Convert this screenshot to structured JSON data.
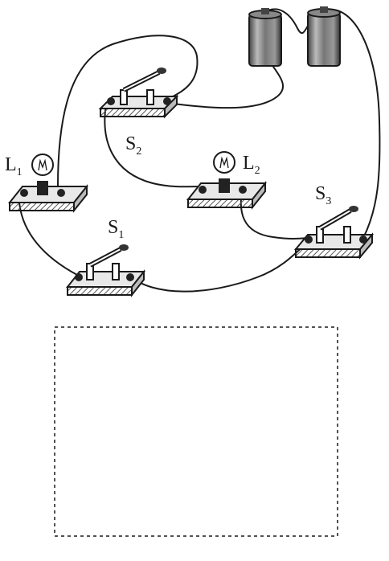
{
  "labels": {
    "lamp1": {
      "main": "L",
      "sub": "1"
    },
    "lamp2": {
      "main": "L",
      "sub": "2"
    },
    "switch1": {
      "main": "S",
      "sub": "1"
    },
    "switch2": {
      "main": "S",
      "sub": "2"
    },
    "switch3": {
      "main": "S",
      "sub": "3"
    }
  },
  "colors": {
    "ink": "#1a1a1a",
    "hatch": "#555555",
    "paper": "#ffffff"
  }
}
